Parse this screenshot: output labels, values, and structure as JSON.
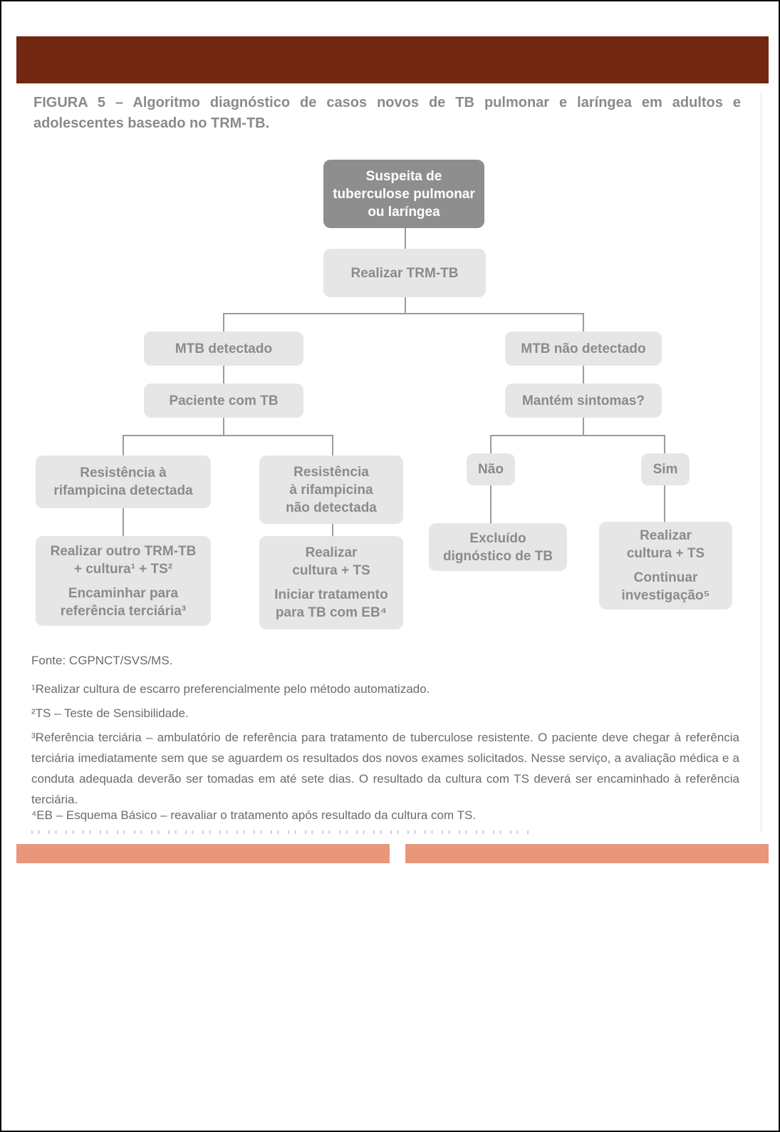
{
  "figure": {
    "title": "FIGURA 5 – Algoritmo diagnóstico de casos novos de TB pulmonar e laríngea em adultos e adolescentes baseado no TRM-TB."
  },
  "flowchart": {
    "suspeita": "Suspeita de\ntuberculose pulmonar\nou laríngea",
    "realizar_trm": "Realizar TRM-TB",
    "mtb_detectado": "MTB detectado",
    "paciente_tb": "Paciente com TB",
    "mtb_nao_detectado": "MTB não detectado",
    "mantem_sintomas": "Mantém sintomas?",
    "resistencia_detectada": "Resistência à\nrifampicina detectada",
    "resistencia_nao_detectada": "Resistência\nà rifampicina\nnão detectada",
    "nao": "Não",
    "sim": "Sim",
    "outro_trm_parte1": "Realizar outro TRM-TB\n+ cultura¹ + TS²",
    "outro_trm_parte2": "Encaminhar para\nreferência terciária³",
    "cultura_eb_parte1": "Realizar\ncultura + TS",
    "cultura_eb_parte2": "Iniciar tratamento\npara TB com EB⁴",
    "excluido": "Excluído\ndignóstico de TB",
    "sim_parte1": "Realizar\ncultura + TS",
    "sim_parte2": "Continuar\ninvestigação⁵"
  },
  "notes": {
    "fonte": "Fonte: CGPNCT/SVS/MS.",
    "nota1": "¹Realizar cultura de escarro preferencialmente pelo método automatizado.",
    "nota2": "²TS – Teste de Sensibilidade.",
    "nota3": "³Referência terciária – ambulatório de referência para tratamento de tuberculose resistente. O paciente deve chegar à referência terciária imediatamente sem que se aguardem os resultados dos novos exames solicitados. Nesse serviço, a avaliação médica e a conduta adequada deverão ser tomadas em até sete dias. O resultado da cultura com TS deverá ser encaminhado à referência terciária.",
    "nota4": "⁴EB – Esquema Básico – reavaliar o tratamento após resultado da cultura com TS."
  },
  "colors": {
    "header_bar": "#722711",
    "accent_bar": "#e8977b",
    "node_dark_bg": "#8e8e8e",
    "node_light_bg": "#e6e6e6",
    "node_text": "#8b8b8b",
    "connector": "#9b9b9b",
    "title_text": "#8a8a8a",
    "note_text": "#6b6b6b"
  }
}
